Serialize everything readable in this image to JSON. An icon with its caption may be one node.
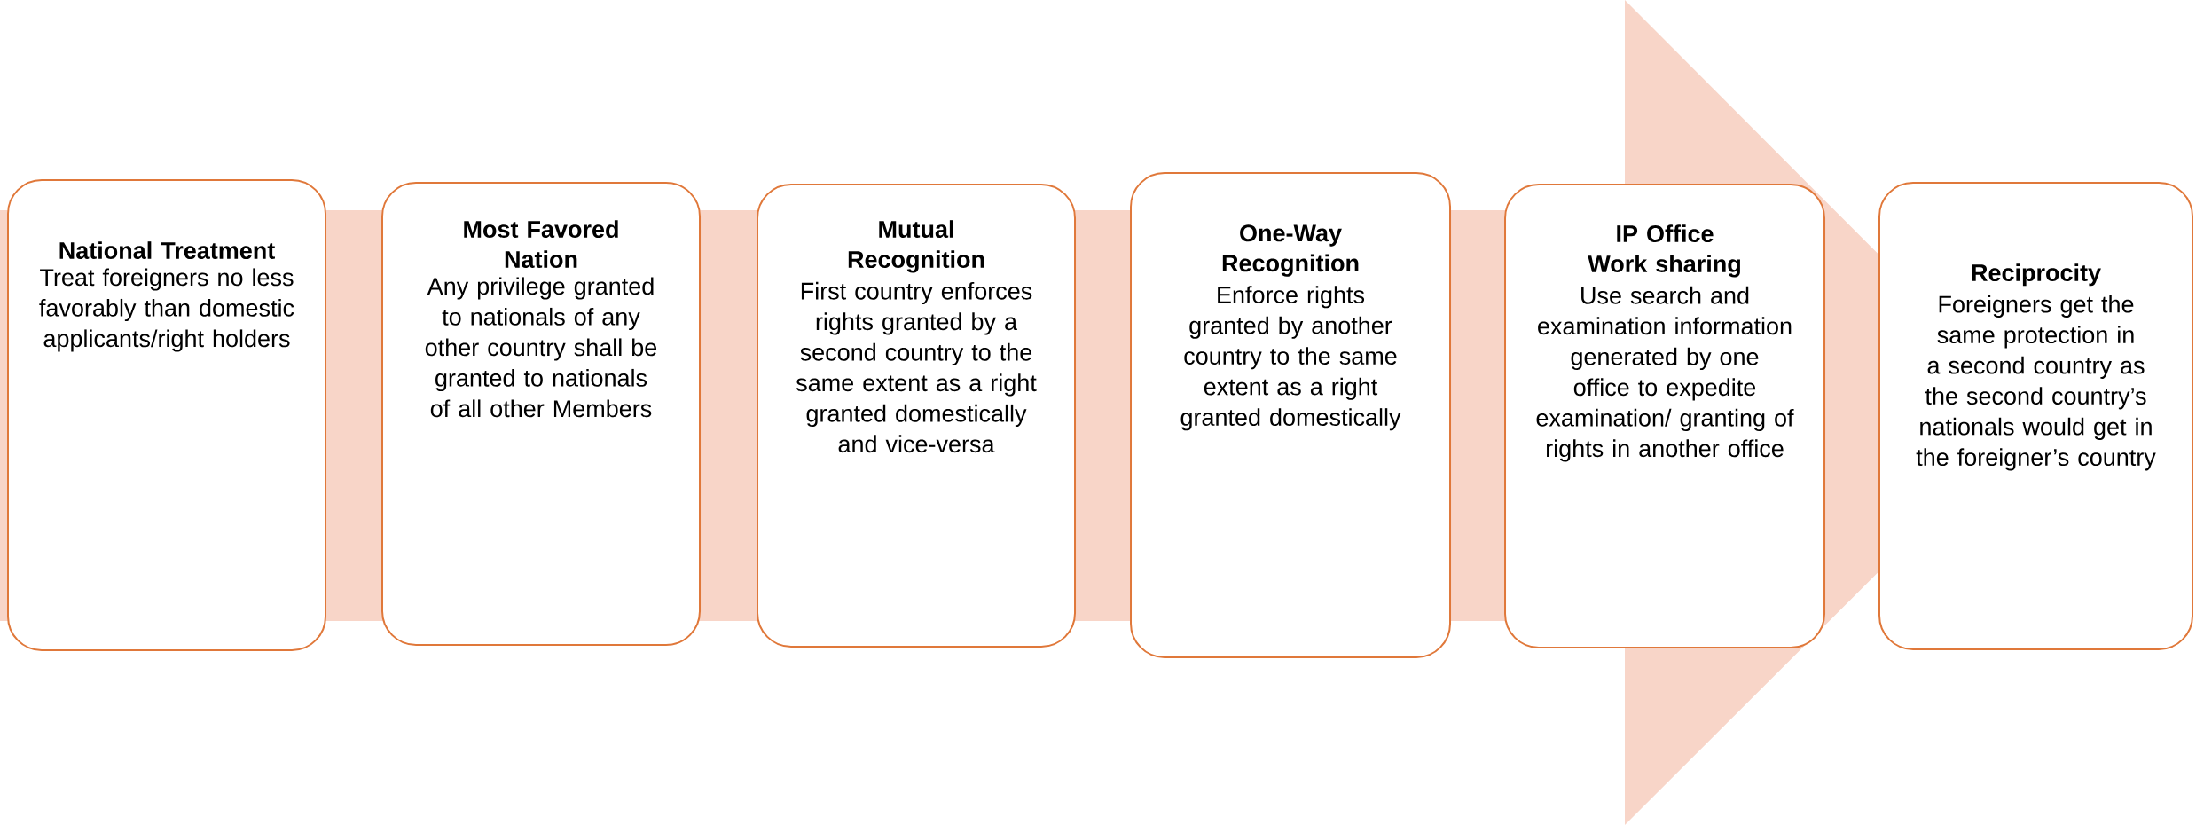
{
  "diagram": {
    "nodes": [
      {
        "text": [
          "National Treatment",
          "Treat foreigners no less favorably than domestic applicants/right holders"
        ]
      },
      {
        "text": [
          "Most Favored Nation",
          "Any privilege granted to nationals of any other country shall be granted to nationals of all other Members"
        ]
      },
      {
        "text": [
          "Mutual Recognition",
          "First country enforces rights granted by a second country to the same extent as a right granted domestically and vice-versa"
        ]
      },
      {
        "text": [
          "One-Way Recognition",
          "Enforce rights granted by another country to the same extent as a right granted domestically"
        ]
      },
      {
        "text": [
          "IP Office Work sharing",
          "Use search and examination information generated by one office to expedite examination/ granting of rights in another office"
        ]
      },
      {
        "text": [
          "Reciprocity",
          "Foreigners get the same protection in a second country as the second country’s nationals would get in the foreigner’s country"
        ]
      }
    ],
    "edges": [
      {
        "from": 0,
        "to": 5,
        "arrow": "to"
      }
    ]
  }
}
